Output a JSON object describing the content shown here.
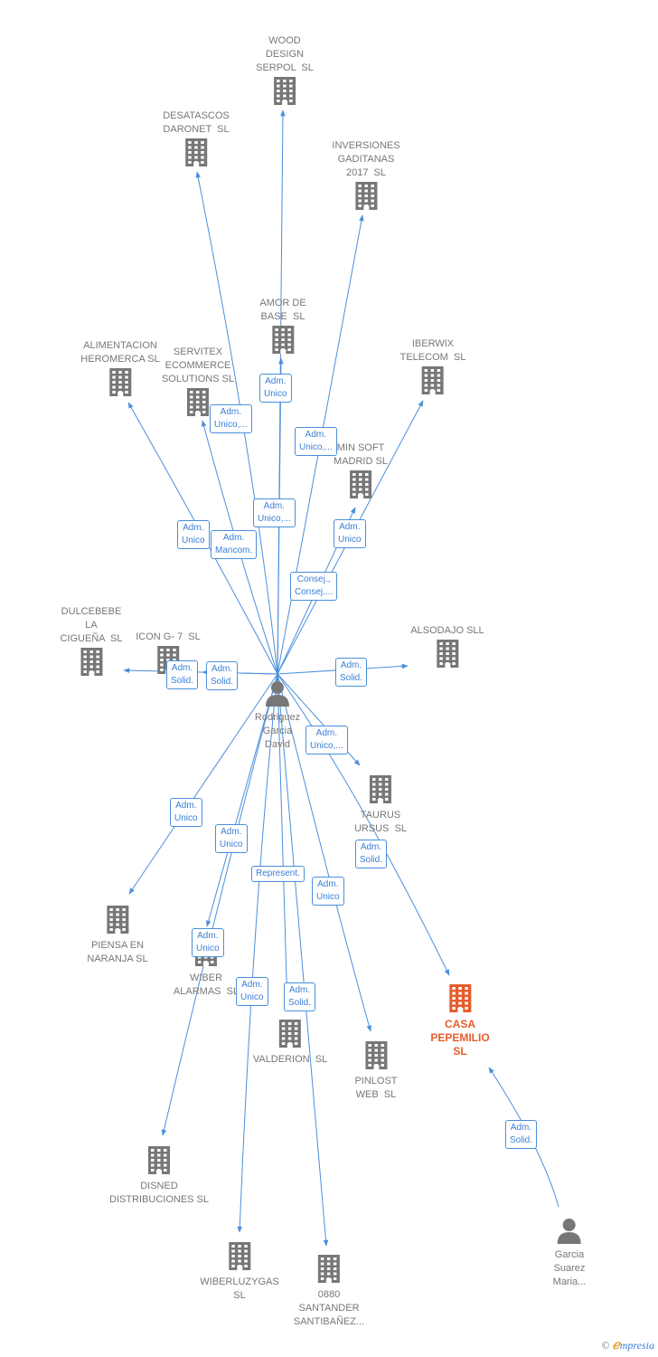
{
  "colors": {
    "edge": "#4a8fdc",
    "company": "#777777",
    "main_company": "#e65c2c",
    "person": "#777777"
  },
  "nodes": [
    {
      "id": "wood",
      "kind": "company",
      "label": "WOOD\nDESIGN\nSERPOL  SL"
    },
    {
      "id": "desatascos",
      "kind": "company",
      "label": "DESATASCOS\nDARONET  SL"
    },
    {
      "id": "inversiones",
      "kind": "company",
      "label": "INVERSIONES\nGADITANAS\n2017  SL"
    },
    {
      "id": "amor",
      "kind": "company",
      "label": "AMOR DE\nBASE  SL"
    },
    {
      "id": "alimentacion",
      "kind": "company",
      "label": "ALIMENTACION\nHEROMERCA SL"
    },
    {
      "id": "servitex",
      "kind": "company",
      "label": "SERVITEX\nECOMMERCE\nSOLUTIONS SL"
    },
    {
      "id": "iberwix",
      "kind": "company",
      "label": "IBERWIX\nTELECOM  SL"
    },
    {
      "id": "min",
      "kind": "company",
      "label": "MIN SOFT\nMADRID SL"
    },
    {
      "id": "dulcebebe",
      "kind": "company",
      "label": "DULCEBEBE\nLA\nCIGUEÑA  SL"
    },
    {
      "id": "icon",
      "kind": "company",
      "label": "ICON G- 7  SL"
    },
    {
      "id": "alsodajo",
      "kind": "company",
      "label": "ALSODAJO SLL"
    },
    {
      "id": "rodriguez",
      "kind": "person",
      "label": "Rodriguez\nGarcia\nDavid"
    },
    {
      "id": "taurus",
      "kind": "company",
      "label": "TAURUS\nURSUS  SL"
    },
    {
      "id": "piensa",
      "kind": "company",
      "label": "PIENSA EN\nNARANJA SL"
    },
    {
      "id": "wiber",
      "kind": "company",
      "label": "WIBER\nALARMAS  SL"
    },
    {
      "id": "casa",
      "kind": "main",
      "label": "CASA\nPEPEMILIO\nSL"
    },
    {
      "id": "valderion",
      "kind": "company",
      "label": "VALDERION  SL"
    },
    {
      "id": "pinlost",
      "kind": "company",
      "label": "PINLOST\nWEB  SL"
    },
    {
      "id": "disned",
      "kind": "company",
      "label": "DISNED\nDISTRIBUCIONES SL"
    },
    {
      "id": "wiberluz",
      "kind": "company",
      "label": "WIBERLUZYGAS\nSL"
    },
    {
      "id": "santander",
      "kind": "company",
      "label": "0880\nSANTANDER\nSANTIBAÑEZ..."
    },
    {
      "id": "garcia",
      "kind": "person",
      "label": "Garcia\nSuarez\nMaria..."
    }
  ],
  "edges": [
    {
      "from": "rodriguez",
      "to": "wood",
      "label": "Adm.\nUnico"
    },
    {
      "from": "rodriguez",
      "to": "desatascos",
      "label": "Adm.\nUnico,..."
    },
    {
      "from": "rodriguez",
      "to": "inversiones",
      "label": "Adm.\nUnico,..."
    },
    {
      "from": "rodriguez",
      "to": "amor",
      "label": "Adm.\nUnico,..."
    },
    {
      "from": "rodriguez",
      "to": "alimentacion",
      "label": "Adm.\nUnico"
    },
    {
      "from": "rodriguez",
      "to": "servitex",
      "label": "Adm.\nMancom."
    },
    {
      "from": "rodriguez",
      "to": "iberwix",
      "label": "Adm.\nUnico"
    },
    {
      "from": "rodriguez",
      "to": "min",
      "label": "Consej.,\nConsej...."
    },
    {
      "from": "rodriguez",
      "to": "dulcebebe",
      "label": "Adm.\nSolid."
    },
    {
      "from": "rodriguez",
      "to": "icon",
      "label": "Adm.\nSolid."
    },
    {
      "from": "rodriguez",
      "to": "alsodajo",
      "label": "Adm.\nSolid."
    },
    {
      "from": "rodriguez",
      "to": "taurus",
      "label": "Adm.\nUnico,..."
    },
    {
      "from": "rodriguez",
      "to": "casa",
      "label": "Adm.\nSolid."
    },
    {
      "from": "rodriguez",
      "to": "piensa",
      "label": "Adm.\nUnico"
    },
    {
      "from": "rodriguez",
      "to": "wiber",
      "label": "Adm.\nUnico"
    },
    {
      "from": "rodriguez",
      "to": "valderion",
      "label": "Represent."
    },
    {
      "from": "rodriguez",
      "to": "pinlost",
      "label": "Adm.\nUnico"
    },
    {
      "from": "rodriguez",
      "to": "disned",
      "label": "Adm.\nUnico"
    },
    {
      "from": "rodriguez",
      "to": "wiberluz",
      "label": "Adm.\nUnico"
    },
    {
      "from": "rodriguez",
      "to": "santander",
      "label": "Adm.\nSolid."
    },
    {
      "from": "garcia",
      "to": "casa",
      "label": "Adm.\nSolid."
    }
  ],
  "footer": {
    "copyright": "©",
    "brand_e": "ℯ",
    "brand_rest": "mpresia"
  }
}
